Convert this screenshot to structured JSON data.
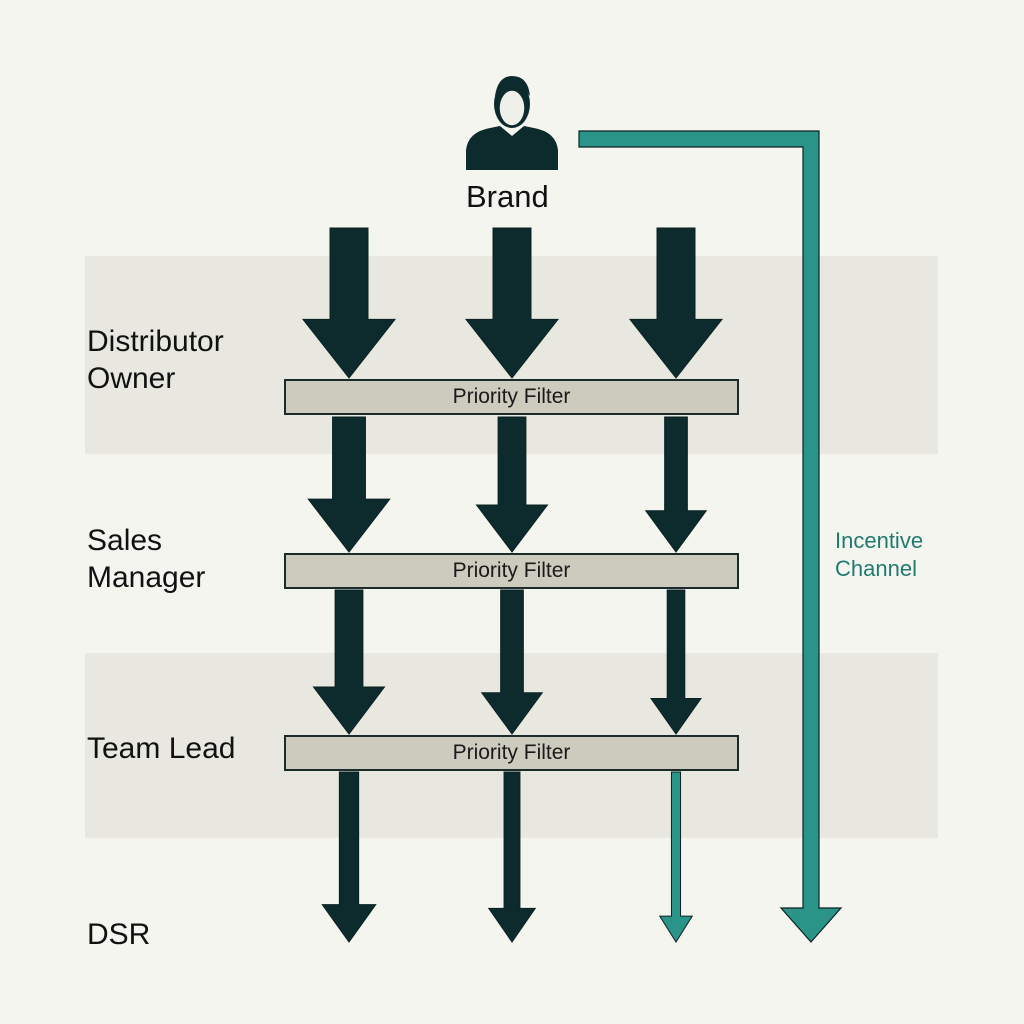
{
  "diagram": {
    "top_node": {
      "label": "Brand",
      "icon": "person-icon"
    },
    "levels": [
      {
        "id": "distributor",
        "label": "Distributor\nOwner"
      },
      {
        "id": "sales",
        "label": "Sales\nManager"
      },
      {
        "id": "team",
        "label": "Team Lead"
      },
      {
        "id": "dsr",
        "label": "DSR"
      }
    ],
    "filters": [
      {
        "label": "Priority Filter"
      },
      {
        "label": "Priority Filter"
      },
      {
        "label": "Priority Filter"
      }
    ],
    "side_channel": {
      "label": "Incentive\nChannel",
      "color": "#2a9488"
    },
    "colors": {
      "arrow_dark": "#0d2a2d",
      "channel_teal": "#2a9488",
      "label_teal": "#217a70",
      "filter_fill": "#cdcbbe",
      "band_fill": "#e8e8e0",
      "background": "#f5f5f0"
    },
    "streams": [
      {
        "name": "stream-left",
        "strength": [
          1.0,
          0.85,
          0.7,
          0.45
        ],
        "final_color": "dark"
      },
      {
        "name": "stream-center",
        "strength": [
          1.0,
          0.7,
          0.55,
          0.35
        ],
        "final_color": "dark"
      },
      {
        "name": "stream-right",
        "strength": [
          1.0,
          0.55,
          0.4,
          0.15
        ],
        "final_color": "teal"
      }
    ]
  }
}
